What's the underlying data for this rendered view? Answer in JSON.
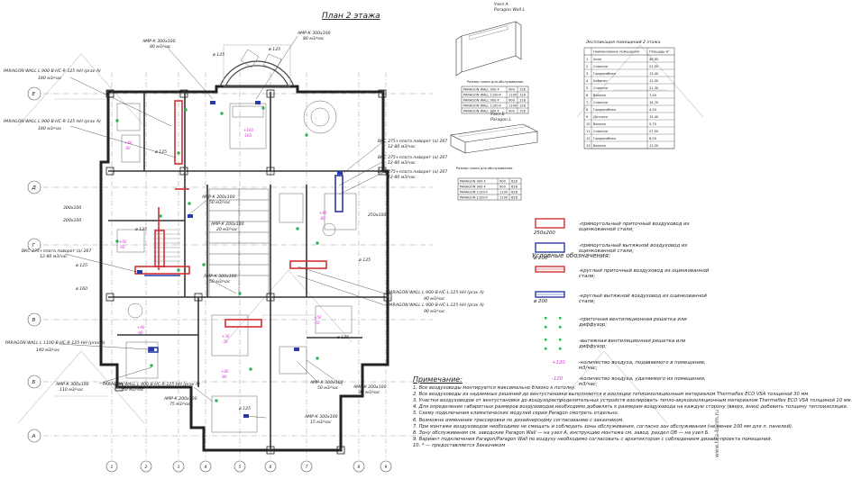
{
  "title": "План 2 этажа",
  "duct_labels": [
    {
      "id": "amp1",
      "name": "АМР-К 300х100",
      "flow": "80 м3/час"
    },
    {
      "id": "amp2",
      "name": "АМР-К 300х100",
      "flow": "80 м3/час"
    },
    {
      "id": "pw1",
      "name": "PARAGON WALL L 900-B-HC-R-125-HH (prav A)",
      "flow": "180 м3/час"
    },
    {
      "id": "pw2",
      "name": "PARAGON WALL L 900-B-HC-R-125-HH (prav A)",
      "flow": "180 м3/час"
    },
    {
      "id": "vks1",
      "name": "ВКС 275+плата поворот (а) 267",
      "flow": "12-80 м3/час"
    },
    {
      "id": "vks2",
      "name": "ВКС 275+плата поворот (а) 267",
      "flow": "12-80 м3/час"
    },
    {
      "id": "vks3",
      "name": "ВКС 275+плата поворот (а) 267",
      "flow": "12-80 м3/час"
    },
    {
      "id": "amp3",
      "name": "АМР-К 200х100",
      "flow": "50 м3/час"
    },
    {
      "id": "amp4",
      "name": "АМР-К 200х100",
      "flow": "20 м3/час"
    },
    {
      "id": "amp5",
      "name": "АМР-К 300х100",
      "flow": "50 м3/час"
    },
    {
      "id": "vks4",
      "name": "ВКС 275+плата поворот (а) 267",
      "flow": "12-80 м3/час"
    },
    {
      "id": "pw3",
      "name": "PARAGON WALL L 900-B-HC-L-125-HH (prav A)",
      "flow": "90 м3/час"
    },
    {
      "id": "pw4",
      "name": "PARAGON WALL L 900-B-HC-L-125-HH (prav A)",
      "flow": "90 м3/час"
    },
    {
      "id": "pw5",
      "name": "PARAGON WALL L 1100-B-HC-R-125-HH (prav A)",
      "flow": "140 м3/час"
    },
    {
      "id": "amp6",
      "name": "АМР-К 300х100",
      "flow": "110 м3/час"
    },
    {
      "id": "pw6",
      "name": "PARAGON WALL L 900-B-HC-R-125-HH (prav A)",
      "flow": "50 м3/час"
    },
    {
      "id": "amp7",
      "name": "АМР-К 200х100",
      "flow": "75 м3/час"
    },
    {
      "id": "amp8",
      "name": "АМР-К 300х100",
      "flow": "50 м3/час"
    },
    {
      "id": "amp9",
      "name": "АМР-К 200х100",
      "flow": "95 м3/час"
    },
    {
      "id": "amp10",
      "name": "АМР-К 300х100",
      "flow": "15 м3/час"
    }
  ],
  "sizes": [
    "ø 125",
    "ø 125",
    "ø 125",
    "300х100",
    "200х100",
    "ø 125",
    "ø 160",
    "ø 125",
    "ø 125",
    "250х100",
    "ø 125",
    "ø 125"
  ],
  "grid_letters": [
    "Е",
    "Д",
    "Г",
    "В",
    "Б",
    "А"
  ],
  "grid_numbers": [
    "1",
    "2",
    "3",
    "4",
    "5",
    "6",
    "7",
    "8",
    "9"
  ],
  "unit_a": {
    "label": "Узел А",
    "subtitle": "Paragon Wall L",
    "caption": "Размер грани для обслуживания",
    "table": [
      [
        "PARAGON WALL 900-F",
        "900",
        "128"
      ],
      [
        "PARAGON WALL 1100-F",
        "1100",
        "128"
      ],
      [
        "PARAGON WALL 900-F",
        "900",
        "128"
      ],
      [
        "PARAGON WALL 1100-F",
        "1100",
        "128"
      ],
      [
        "PARAGON WALL 900-F",
        "900",
        "158"
      ]
    ]
  },
  "unit_b": {
    "label": "Узел Б",
    "subtitle": "Paragon L",
    "caption": "Размер грани для обслуживания",
    "table": [
      [
        "PARAGON 900-F",
        "900",
        "628"
      ],
      [
        "PARAGON 900-F",
        "900",
        "628"
      ],
      [
        "PARAGON 1100-F",
        "1100",
        "628"
      ],
      [
        "PARAGON 1100-F",
        "1100",
        "628"
      ]
    ]
  },
  "explication": {
    "title": "Экспликация помещений 2 этажа",
    "headers": [
      "Наименование помещения",
      "Площадь м²"
    ],
    "rows": [
      [
        "1",
        "Холл",
        "48,95"
      ],
      [
        "2",
        "Спальня",
        "21,00"
      ],
      [
        "3",
        "Гардеробная",
        "13,40"
      ],
      [
        "4",
        "Кабинет",
        "12,00"
      ],
      [
        "5",
        "Спальня",
        "21,30"
      ],
      [
        "6",
        "Ванная",
        "7,40"
      ],
      [
        "7",
        "Спальня",
        "14,70"
      ],
      [
        "8",
        "Гардеробная",
        "4,50"
      ],
      [
        "9",
        "Детская",
        "15,40"
      ],
      [
        "10",
        "Ванная",
        "5,70"
      ],
      [
        "11",
        "Спальня",
        "27,50"
      ],
      [
        "12",
        "Гардеробная",
        "8,50"
      ],
      [
        "13",
        "Ванная",
        "13,50"
      ]
    ]
  },
  "legend": {
    "title": "Условные обозначения:",
    "items": [
      {
        "size": "",
        "text": "-прямоугольный приточный воздуховод из оцинкованной стали;"
      },
      {
        "size": "250х200",
        "text": "-прямоугольный вытяжной воздуховод из оцинкованной стали;"
      },
      {
        "size": "ø 200",
        "text": "-круглый приточный воздуховод из оцинкованной стали;"
      },
      {
        "size": "ø 200",
        "text": "-круглый вытяжной воздуховод из оцинкованной стали;"
      },
      {
        "size": "",
        "text": "-приточная вентиляционная решетка или диффузор;"
      },
      {
        "size": "",
        "text": "-вытяжная вентиляционная решетка или диффузор;"
      },
      {
        "size": "+120",
        "text": "-количество воздуха, подаваемого в помещение, м3/час;"
      },
      {
        "size": "-120",
        "text": "-количество воздуха, удаляемого из помещения, м3/час;"
      }
    ],
    "colors": {
      "supply": "#d43030",
      "exhaust": "#2a3aa8",
      "grille": "#2fb35a",
      "flow": "#d63bd6"
    }
  },
  "notes": {
    "heading": "Примечание:",
    "lines": [
      "1. Все воздуховоды монтируются максимально близко к потолку.",
      "2. Все воздуховоды из надземных решений до вентустановки выполняются в изоляции теплоизоляционным материалом Thermaflex ECO VSA толщиной 30 мм.",
      "3. Участки воздуховодов от вентустановки до воздухораспределительных устройств изолировать тепло-звукоизоляционным материалом Thermaflex ECO VSA толщиной 10 мм.",
      "4. Для определения габаритных размеров воздуховодов необходимо добавлять к размерам воздуховода на каждую сторону (вверх, вниз) добавить толщину теплоизоляции.",
      "5. Схему подключения климатических модулей серии Paragon смотреть отдельно.",
      "6. Возможно изменение трассировки по дизайнерскому согласованию с заказчиком.",
      "7. При монтаже воздуховодов необходимо не смещать и соблюдать зоны обслуживания, согласно зон обслуживания (не менее 100 мм для л. панелей).",
      "8. Зону обслуживания см. заводские Paragon Wall — на узел А, инструкцию монтажа см. завод. раздел ОВ — на узел Б.",
      "9. Вариант подключения Paragon/Paragon Wall по воздуху необходимо согласовать с архитектором с соблюдением дизайн-проекта помещений.",
      "10. * — предоставляется Заказчиком"
    ]
  },
  "site": "www.triа-konm.ru"
}
